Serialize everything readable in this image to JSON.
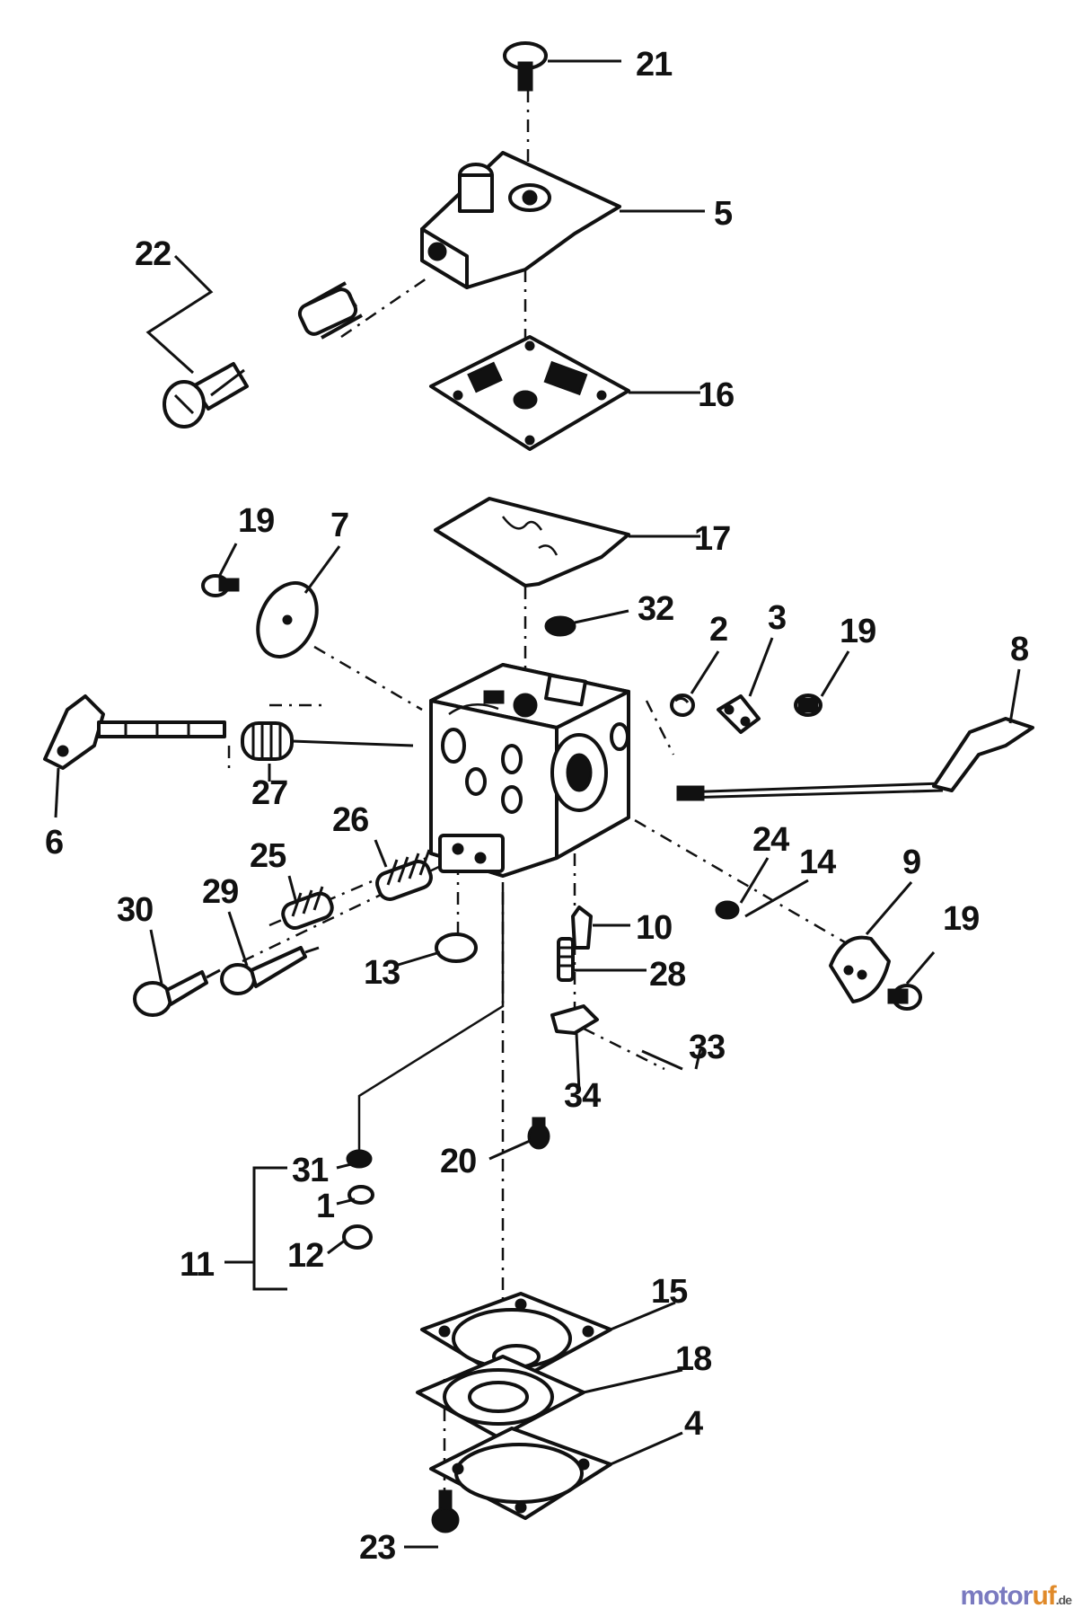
{
  "diagram": {
    "callouts": [
      "21",
      "5",
      "22",
      "16",
      "19",
      "7",
      "17",
      "32",
      "2",
      "3",
      "19",
      "8",
      "6",
      "27",
      "26",
      "25",
      "29",
      "30",
      "24",
      "14",
      "9",
      "19",
      "10",
      "28",
      "13",
      "33",
      "34",
      "20",
      "31",
      "1",
      "12",
      "11",
      "15",
      "18",
      "4",
      "23"
    ]
  },
  "watermark": {
    "text_a": "motor",
    "text_b": "uf",
    "text_c": ".de"
  }
}
